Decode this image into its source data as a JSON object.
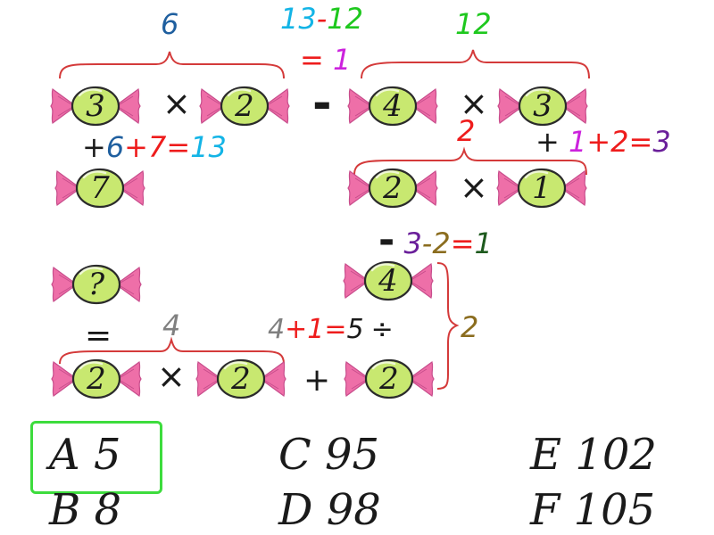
{
  "colors": {
    "bracket": "#d43a3a",
    "candy_body": "#c8e870",
    "candy_outline": "#2b2b2b",
    "wrapper": "#ee6fa8",
    "cyan": "#13b4e6",
    "green": "#1ec81e",
    "magenta": "#cc22dd",
    "red": "#ee1c1c",
    "blue": "#1f5f9f",
    "purple": "#6a1f9a",
    "dark_green": "#1e5a1e",
    "brown": "#8b6d1f",
    "gray": "#808080",
    "answer_box": "#3ddc3d"
  },
  "row1": {
    "a": "3",
    "times1": "×",
    "b": "2",
    "minus": "-",
    "c": "4",
    "times2": "×",
    "d": "3",
    "left_bracket_value": "6",
    "right_bracket_value": "12",
    "top_calc_a": "13",
    "top_calc_op": "-",
    "top_calc_b": "12",
    "top_result_eq": "=",
    "top_result": "1"
  },
  "annot_left": {
    "plus": "+",
    "a": "6",
    "b": "+7",
    "eq": "=",
    "r": "13"
  },
  "annot_right": {
    "plus": "+",
    "a": "1",
    "b": "+2",
    "eq": "=",
    "r": "3"
  },
  "row2": {
    "a": "7",
    "b": "2",
    "times": "×",
    "c": "1",
    "bracket_value": "2"
  },
  "minus_annot": {
    "minus": "-",
    "a": "3",
    "b": "-2",
    "eq": "=",
    "r": "1"
  },
  "row3": {
    "question": "?",
    "right": "4"
  },
  "division_annot": {
    "a": "4",
    "b": "+1",
    "eq": "=",
    "r": "5",
    "div": "÷"
  },
  "right_bracket_value": "2",
  "row4": {
    "eq": "=",
    "bracket_value": "4",
    "a": "2",
    "times": "×",
    "b": "2",
    "plus": "+",
    "c": "2"
  },
  "choices": [
    {
      "letter": "A",
      "value": "5"
    },
    {
      "letter": "B",
      "value": "8"
    },
    {
      "letter": "C",
      "value": "95"
    },
    {
      "letter": "D",
      "value": "98"
    },
    {
      "letter": "E",
      "value": "102"
    },
    {
      "letter": "F",
      "value": "105"
    }
  ]
}
